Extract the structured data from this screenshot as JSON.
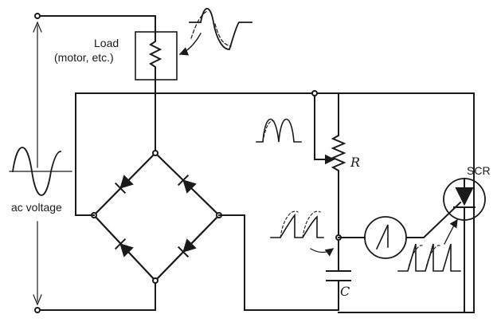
{
  "labels": {
    "load_line1": "Load",
    "load_line2": "(motor, etc.)",
    "ac_voltage": "ac voltage",
    "resistor": "R",
    "capacitor": "C",
    "scr": "SCR"
  },
  "colors": {
    "ink": "#1a1a1a",
    "background": "#ffffff"
  }
}
